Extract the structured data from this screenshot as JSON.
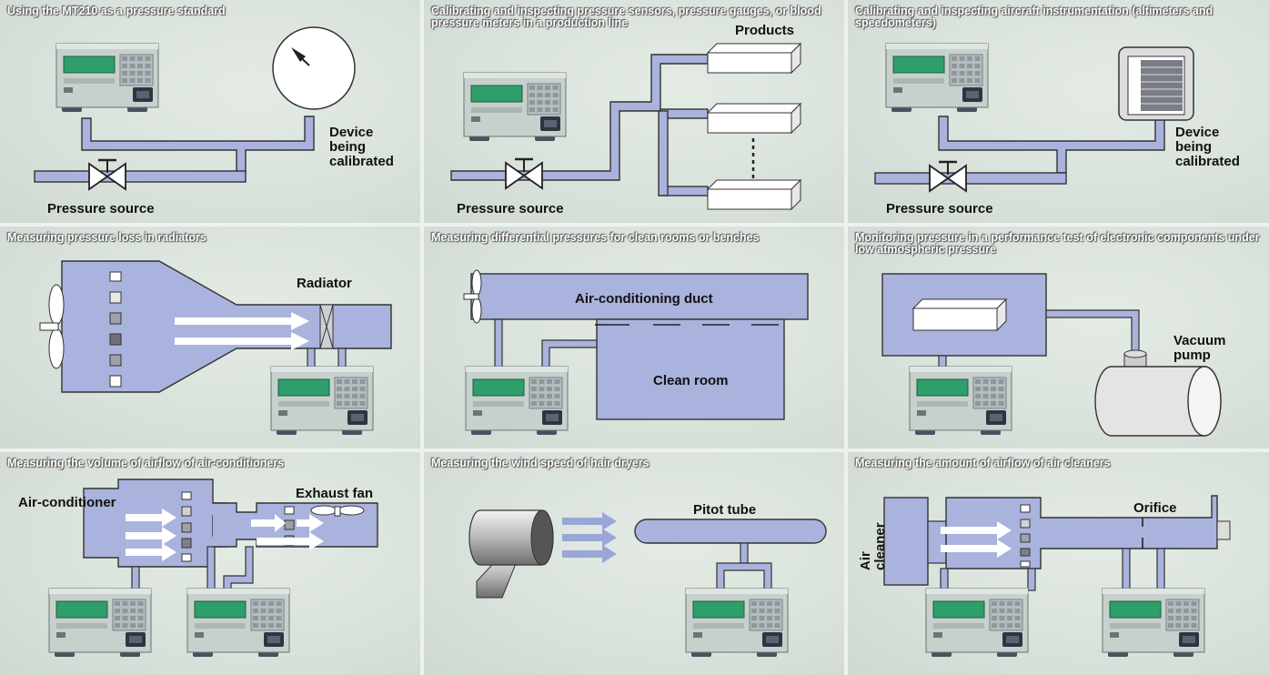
{
  "panels": [
    {
      "title": "Using the MT210 as a pressure standard",
      "labels": {
        "device": "Device\nbeing\ncalibrated",
        "source": "Pressure source"
      }
    },
    {
      "title": "Calibrating and inspecting pressure sensors, pressure gauges, or blood pressure meters in a production line",
      "labels": {
        "products": "Products",
        "source": "Pressure source"
      }
    },
    {
      "title": "Calibrating and inspecting aircraft instrumentation (altimeters and speedometers)",
      "labels": {
        "device": "Device\nbeing\ncalibrated",
        "source": "Pressure source"
      }
    },
    {
      "title": "Measuring pressure loss in radiators",
      "labels": {
        "radiator": "Radiator"
      }
    },
    {
      "title": "Measuring differential pressures for clean rooms or benches",
      "labels": {
        "duct": "Air-conditioning duct",
        "room": "Clean room"
      }
    },
    {
      "title": "Monitoring pressure in a performance test of electronic components under low atmospheric pressure",
      "labels": {
        "pump": "Vacuum\npump"
      }
    },
    {
      "title": "Measuring the volume of airflow of air-conditioners",
      "labels": {
        "ac": "Air-conditioner",
        "fan": "Exhaust fan"
      }
    },
    {
      "title": "Measuring the wind speed of hair dryers",
      "labels": {
        "pitot": "Pitot tube"
      }
    },
    {
      "title": "Measuring the amount of airflow of air cleaners",
      "labels": {
        "cleaner": "Air\ncleaner",
        "orifice": "Orifice"
      }
    }
  ],
  "colors": {
    "pipe": "#aab3dd",
    "outline": "#333333",
    "display": "#2e9e6a",
    "device_body": "#c7d0cc"
  }
}
